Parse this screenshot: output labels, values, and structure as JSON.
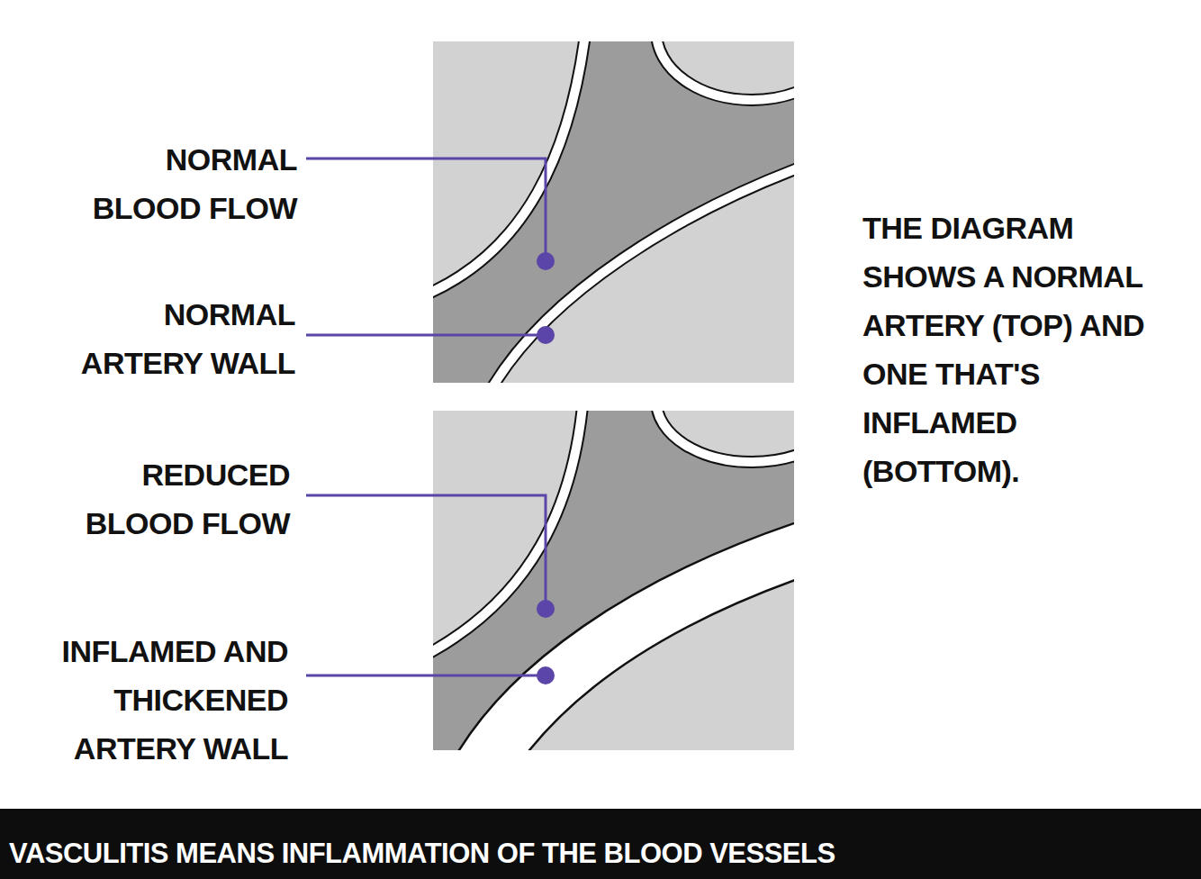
{
  "diagram": {
    "caption": "VASCULITIS MEANS INFLAMMATION OF THE BLOOD VESSELS",
    "labels": [
      "NORMAL BLOOD FLOW",
      "NORMAL ARTERY WALL",
      "REDUCED BLOOD FLOW",
      "INFLAMED AND THICKENED ARTERY WALL",
      "THE DIAGRAM SHOWS A NORMAL ARTERY (TOP) AND ONE THAT'S INFLAMED (BOTTOM)."
    ]
  }
}
